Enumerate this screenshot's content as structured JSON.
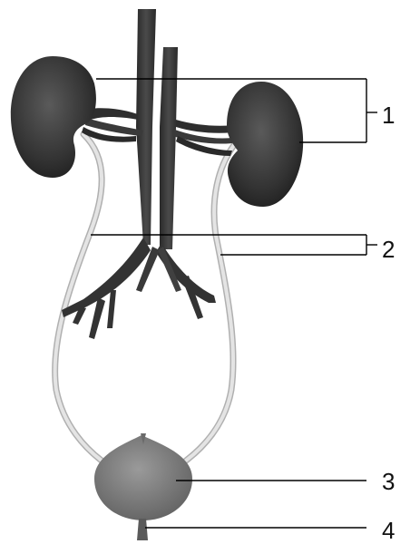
{
  "diagram": {
    "callouts": [
      {
        "id": "1",
        "label": "1"
      },
      {
        "id": "2",
        "label": "2"
      },
      {
        "id": "3",
        "label": "3"
      },
      {
        "id": "4",
        "label": "4"
      }
    ]
  },
  "colors": {
    "kidney": "#3b3b3b",
    "vessel": "#3a3a3a",
    "ureter": "#d9d9d9",
    "bladder": "#7a7a7a",
    "leader_line": "#000000"
  }
}
